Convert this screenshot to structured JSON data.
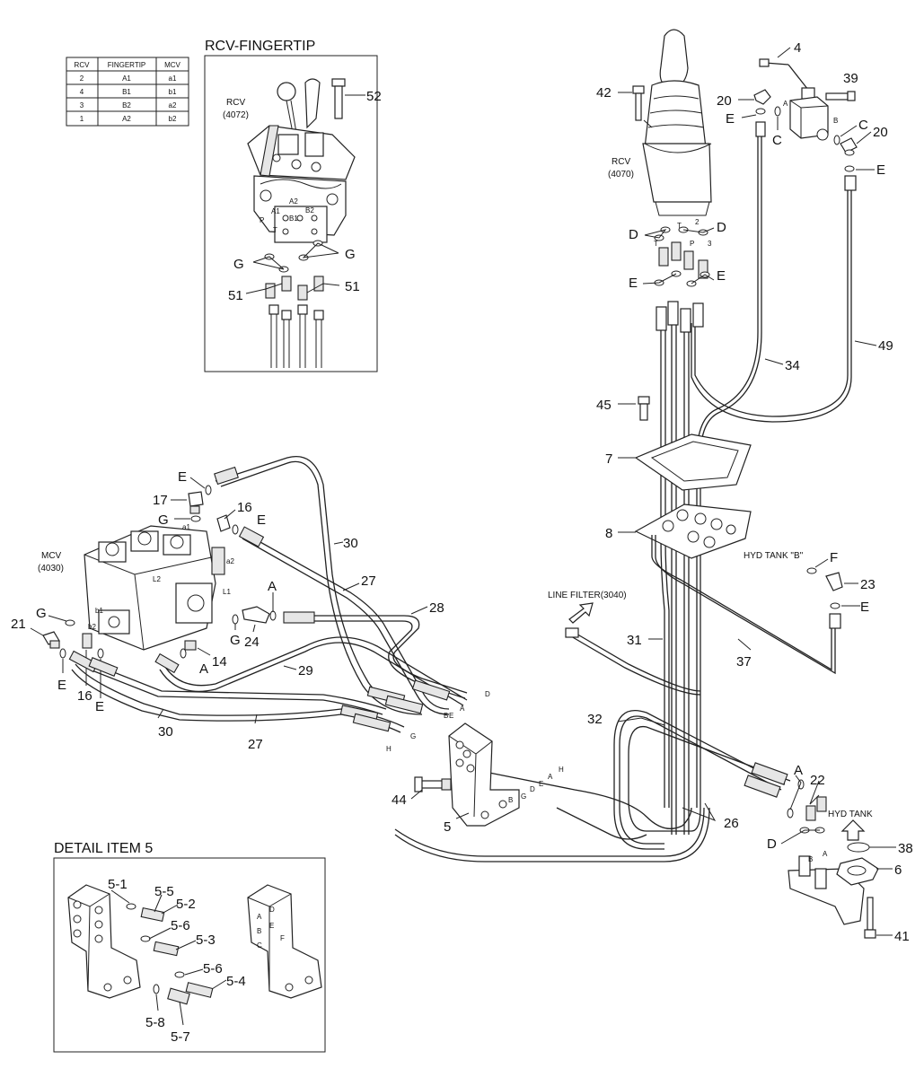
{
  "insets": {
    "fingertip_title": "RCV-FINGERTIP",
    "fingertip_rcv": [
      "RCV",
      "(4072)"
    ],
    "detail_title": "DETAIL ITEM 5"
  },
  "table": {
    "headers": [
      "RCV",
      "FINGERTIP",
      "MCV"
    ],
    "rows": [
      [
        "2",
        "A1",
        "a1"
      ],
      [
        "4",
        "B1",
        "b1"
      ],
      [
        "3",
        "B2",
        "a2"
      ],
      [
        "1",
        "A2",
        "b2"
      ]
    ]
  },
  "components": {
    "rcv_main": [
      "RCV",
      "(4070)"
    ],
    "mcv": [
      "MCV",
      "(4030)"
    ],
    "line_filter": "LINE FILTER(3040)",
    "hyd_tank_b": "HYD TANK \"B\"",
    "hyd_tank": "HYD TANK"
  },
  "callouts": {
    "p52": "52",
    "p51a": "51",
    "p51b": "51",
    "g_left": "G",
    "g_right": "G",
    "p42": "42",
    "p20a": "20",
    "e_top": "E",
    "p4": "4",
    "p39": "39",
    "c_a": "C",
    "c_b": "C",
    "p20b": "20",
    "e_right": "E",
    "d_left": "D",
    "d_right": "D",
    "e_left2": "E",
    "e_right2": "E",
    "p34": "34",
    "p49": "49",
    "p45": "45",
    "p7": "7",
    "p8": "8",
    "f": "F",
    "p23": "23",
    "e_tank": "E",
    "p31": "31",
    "p37": "37",
    "p32": "32",
    "p26": "26",
    "a_right": "A",
    "p22": "22",
    "d_tank": "D",
    "p38": "38",
    "p6": "6",
    "p41": "41",
    "p44": "44",
    "p5": "5",
    "e_mcv1": "E",
    "p17": "17",
    "g_mcv": "G",
    "p16a": "16",
    "e_mcv2": "E",
    "p30a": "30",
    "p27a": "27",
    "p28": "28",
    "a_mcv": "A",
    "p24": "24",
    "g_mcv2": "G",
    "p29": "29",
    "p14": "14",
    "a_mcv2": "A",
    "g_mcv3": "G",
    "p21": "21",
    "e_mcv3": "E",
    "p16b": "16",
    "e_mcv4": "E",
    "p30b": "30",
    "p27b": "27",
    "d5_1": "5-1",
    "d5_5": "5-5",
    "d5_2": "5-2",
    "d5_6a": "5-6",
    "d5_3": "5-3",
    "d5_6b": "5-6",
    "d5_4": "5-4",
    "d5_8": "5-8",
    "d5_7": "5-7"
  },
  "port_letters": {
    "fingertip": [
      "A2",
      "A1",
      "B1",
      "B2",
      "P",
      "T"
    ],
    "mcv": [
      "a1",
      "a2",
      "L2",
      "L1",
      "b1",
      "b2"
    ],
    "valve4": [
      "A",
      "B"
    ],
    "block": [
      "D",
      "A",
      "E",
      "B",
      "G",
      "H",
      "H",
      "A",
      "E",
      "D",
      "G",
      "B"
    ],
    "tank": [
      "B",
      "A"
    ],
    "rcv_ports": [
      "T",
      "2",
      "P",
      "3"
    ],
    "detail": [
      "A",
      "D",
      "B",
      "E",
      "C",
      "F"
    ]
  }
}
